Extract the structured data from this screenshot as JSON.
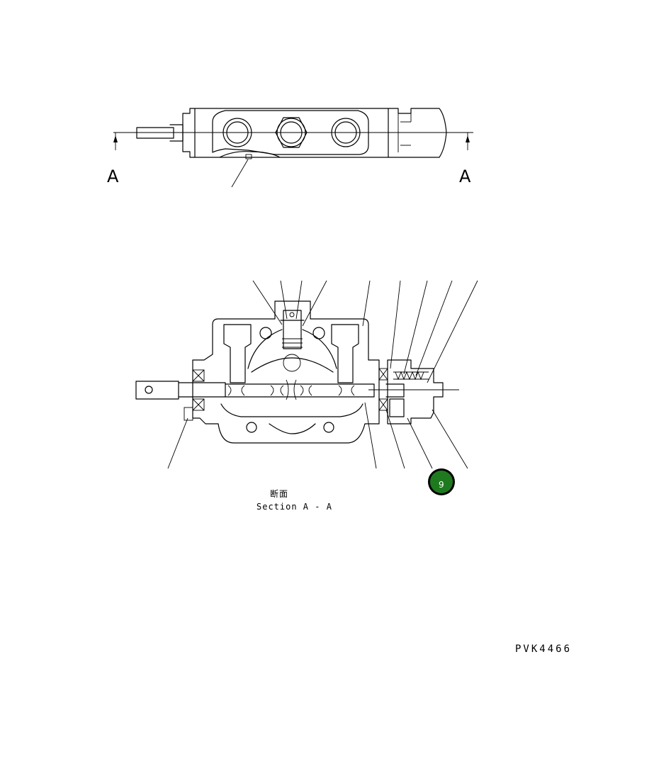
{
  "top_view": {
    "section_marker_left": "A",
    "section_marker_right": "A"
  },
  "section_view": {
    "caption_jp": "断面",
    "caption_en": "Section A - A"
  },
  "callout": {
    "number": "9",
    "color": "#1f7a1f"
  },
  "drawing_code": "PVK4466"
}
